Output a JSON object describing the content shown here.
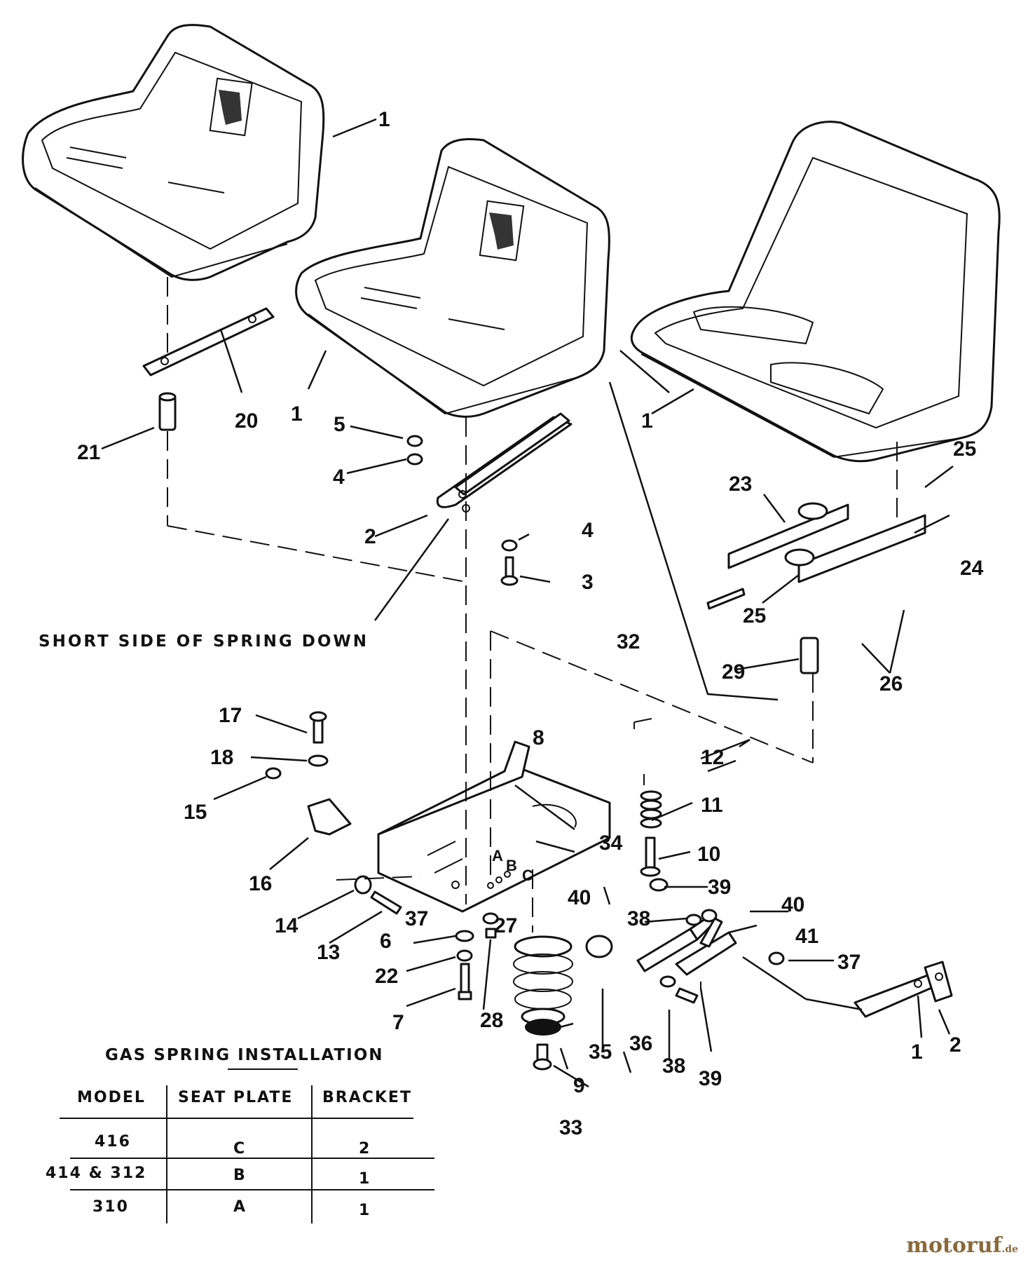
{
  "callouts": {
    "c1a": "1",
    "c1b": "1",
    "c1c": "1",
    "c1d": "1",
    "c2a": "2",
    "c2b": "2",
    "c3": "3",
    "c4a": "4",
    "c4b": "4",
    "c5": "5",
    "c6": "6",
    "c7": "7",
    "c8": "8",
    "c9": "9",
    "c10": "10",
    "c11": "11",
    "c12": "12",
    "c13": "13",
    "c14": "14",
    "c15": "15",
    "c16": "16",
    "c17": "17",
    "c18": "18",
    "c20": "20",
    "c21": "21",
    "c22": "22",
    "c23": "23",
    "c24": "24",
    "c25a": "25",
    "c25b": "25",
    "c26": "26",
    "c27": "27",
    "c28": "28",
    "c29": "29",
    "c32": "32",
    "c33": "33",
    "c34": "34",
    "c35": "35",
    "c36": "36",
    "c37a": "37",
    "c37b": "37",
    "c38a": "38",
    "c38b": "38",
    "c39a": "39",
    "c39b": "39",
    "c40a": "40",
    "c40b": "40",
    "c41": "41",
    "bracket1": "1",
    "bracket2": "2",
    "pA": "A",
    "pB": "B",
    "pC": "C"
  },
  "note": "SHORT SIDE OF SPRING DOWN",
  "table": {
    "title": "GAS SPRING INSTALLATION",
    "headers": [
      "MODEL",
      "SEAT PLATE",
      "BRACKET"
    ],
    "rows": [
      [
        "416",
        "C",
        "2"
      ],
      [
        "414 & 312",
        "B",
        "1"
      ],
      [
        "310",
        "A",
        "1"
      ]
    ]
  },
  "watermark": {
    "text": "motoruf",
    "suffix": ".de"
  }
}
